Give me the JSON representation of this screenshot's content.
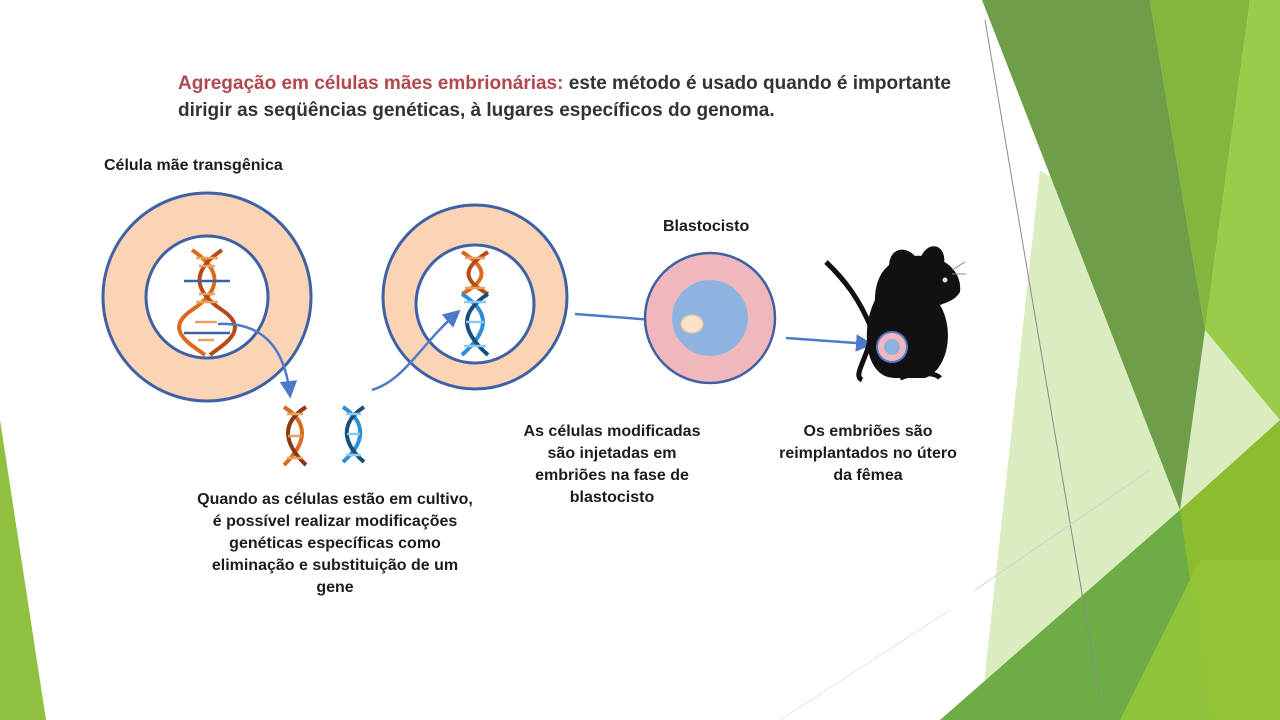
{
  "headline": {
    "highlight": "Agregação em células mães embrionárias:",
    "body": " este método é usado quando é importante dirigir as seqüências genéticas, à lugares específicos do genoma."
  },
  "labels": {
    "cell": "Célula mãe transgênica",
    "blastocyst": "Blastocisto"
  },
  "captions": {
    "culture": "Quando as células estão em cultivo, é possível realizar modificações genéticas específicas como eliminação e substituição de um gene",
    "injection": "As células modificadas são injetadas em embriões na fase de blastocisto",
    "reimplant": "Os embriões são reimplantados no útero da fêmea"
  },
  "colors": {
    "accent": "#b2474c",
    "cell_ring": "#fbd3b5",
    "cell_border": "#3e60a5",
    "blastocyst_outer": "#f0b8bd",
    "blastocyst_inner": "#8fb3e0",
    "dna_orange": "#d96a1e",
    "dna_blue": "#2a8fd8",
    "arrow": "#4d7ac8",
    "green_dark": "#5f9a3e",
    "green_light": "#8fc13f"
  },
  "icons": [
    "dna-helix-icon",
    "mouse-silhouette-icon",
    "arrow-icon"
  ]
}
